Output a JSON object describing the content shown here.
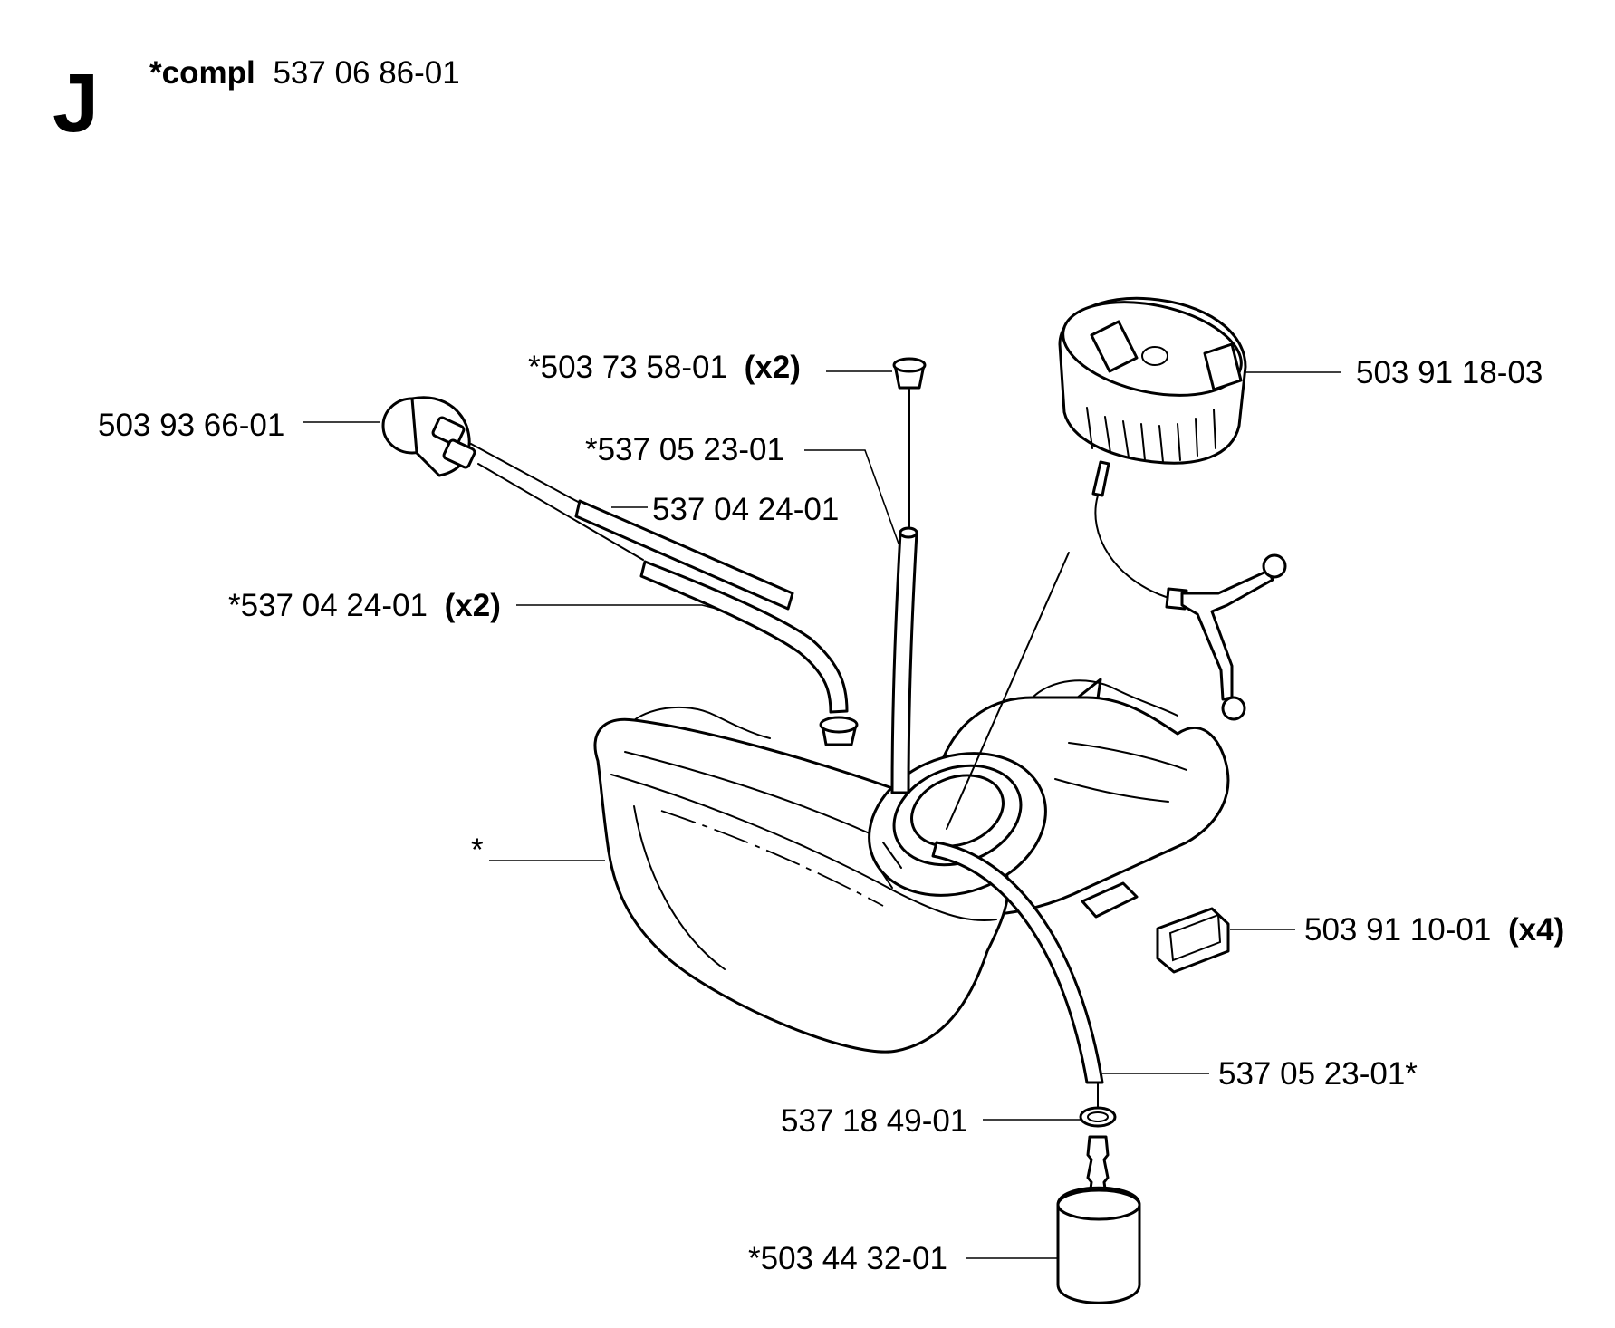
{
  "header": {
    "section_letter": "J",
    "compl_prefix": "*compl",
    "compl_number": "537 06 86-01"
  },
  "callouts": {
    "cap": {
      "part": "503 91 18-03"
    },
    "primer_bulb": {
      "part": "503 93 66-01"
    },
    "grommet_top": {
      "part": "*503 73 58-01",
      "qty": "(x2)"
    },
    "vent_hose": {
      "part": "*537 05 23-01"
    },
    "fuel_hose": {
      "part": "537 04 24-01"
    },
    "fuel_hose_pair": {
      "part": "*537 04 24-01",
      "qty": "(x2)"
    },
    "tank": {
      "part": "*"
    },
    "rubber_pad": {
      "part": "503 91 10-01",
      "qty": "(x4)"
    },
    "suction_hose": {
      "part": "537 05 23-01*"
    },
    "o_ring": {
      "part": "537 18 49-01"
    },
    "fuel_filter": {
      "part": "*503 44 32-01"
    }
  }
}
